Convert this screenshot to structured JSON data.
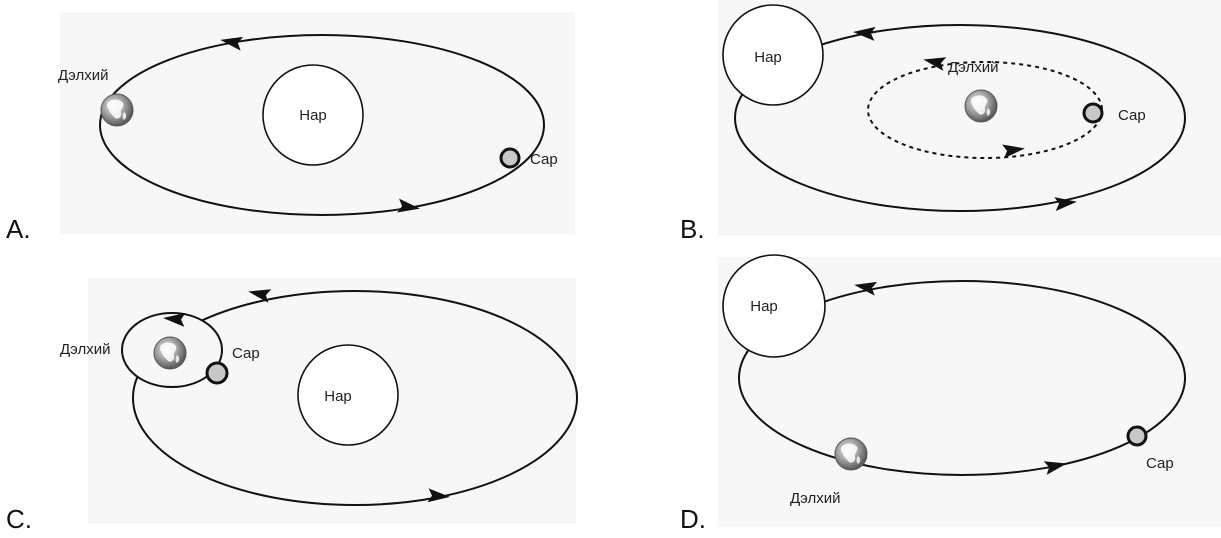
{
  "options": [
    {
      "letter": "A.",
      "sun": "Нар",
      "earth": "Дэлхий",
      "moon": "Сар"
    },
    {
      "letter": "B.",
      "sun": "Нар",
      "earth": "Дэлхий",
      "moon": "Сар"
    },
    {
      "letter": "C.",
      "sun": "Нар",
      "earth": "Дэлхий",
      "moon": "Сар"
    },
    {
      "letter": "D.",
      "sun": "Нар",
      "earth": "Дэлхий",
      "moon": "Сар"
    }
  ],
  "colors": {
    "panel_bg": "#f7f7f7",
    "moon_fill": "#c8c8c8",
    "stroke": "#111111"
  },
  "icons": {
    "earth": "earth-globe-icon",
    "arrow": "direction-arrow-icon"
  }
}
